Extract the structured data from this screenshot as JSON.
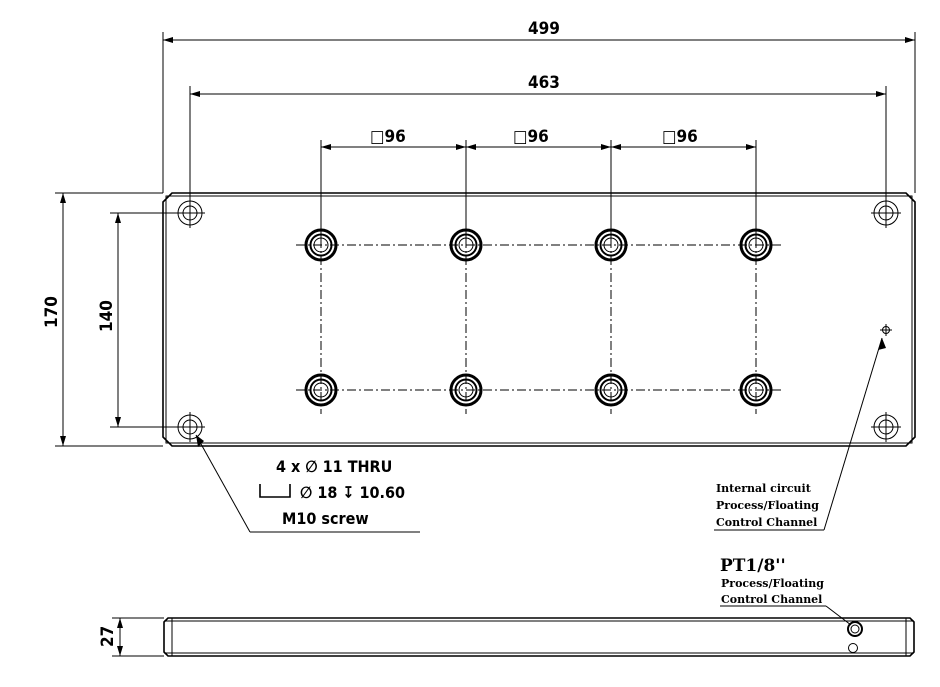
{
  "dimensions": {
    "overall_length": "499",
    "mount_hole_spacing": "463",
    "grid_pitch_1": "□96",
    "grid_pitch_2": "□96",
    "grid_pitch_3": "□96",
    "overall_width": "170",
    "mount_hole_vertical": "140",
    "thickness": "27"
  },
  "hole_callout": {
    "line1": "4 x ∅ 11 THRU",
    "line2": "∅ 18 ↧ 10.60",
    "line3": "M10 screw"
  },
  "internal_note": {
    "line1": "Internal circuit",
    "line2": "Process/Floating",
    "line3": "Control Channel"
  },
  "port_note": {
    "thread": "PT1/8''",
    "line1": "Process/Floating",
    "line2": "Control Channel"
  }
}
